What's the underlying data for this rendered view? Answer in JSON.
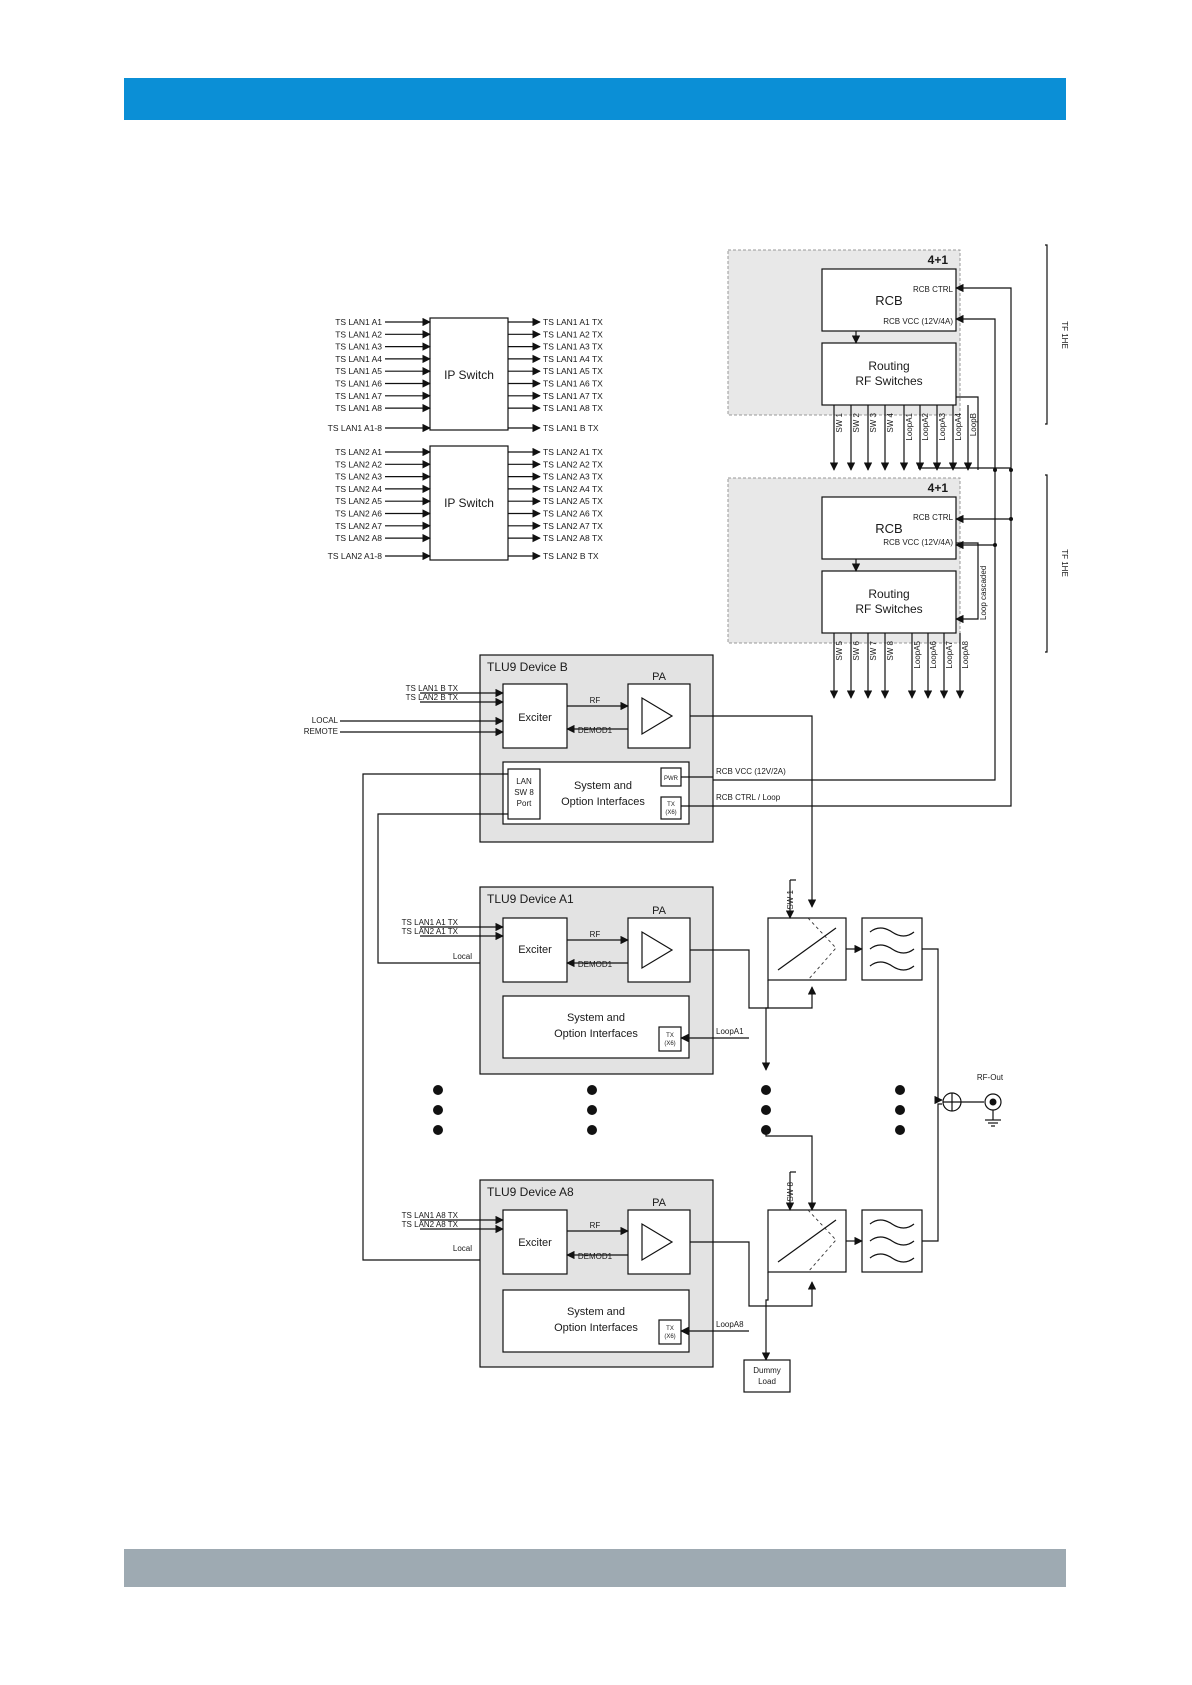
{
  "ip_switch_1": {
    "label": "IP Switch",
    "inputs": [
      "TS LAN1 A1",
      "TS LAN1 A2",
      "TS LAN1 A3",
      "TS LAN1 A4",
      "TS LAN1 A5",
      "TS LAN1 A6",
      "TS LAN1 A7",
      "TS LAN1 A8"
    ],
    "input_b": "TS LAN1 A1-8",
    "outputs": [
      "TS LAN1 A1 TX",
      "TS LAN1 A2 TX",
      "TS LAN1 A3 TX",
      "TS LAN1 A4 TX",
      "TS LAN1 A5 TX",
      "TS LAN1 A6 TX",
      "TS LAN1 A7 TX",
      "TS LAN1 A8 TX"
    ],
    "output_b": "TS LAN1 B TX"
  },
  "ip_switch_2": {
    "label": "IP Switch",
    "inputs": [
      "TS LAN2 A1",
      "TS LAN2 A2",
      "TS LAN2 A3",
      "TS LAN2 A4",
      "TS LAN2 A5",
      "TS LAN2 A6",
      "TS LAN2 A7",
      "TS LAN2 A8"
    ],
    "input_b": "TS LAN2 A1-8",
    "outputs": [
      "TS LAN2 A1 TX",
      "TS LAN2 A2 TX",
      "TS LAN2 A3 TX",
      "TS LAN2 A4 TX",
      "TS LAN2 A5 TX",
      "TS LAN2 A6 TX",
      "TS LAN2 A7 TX",
      "TS LAN2 A8 TX"
    ],
    "output_b": "TS LAN2 B TX"
  },
  "cascade_1": {
    "title": "4+1",
    "rcb": "RCB",
    "rcb_ctrl": "RCB CTRL",
    "rcb_vcc": "RCB VCC (12V/4A)",
    "routing_line1": "Routing",
    "routing_line2": "RF Switches",
    "outputs": [
      "SW 1",
      "SW 2",
      "SW 3",
      "SW 4",
      "LoopA1",
      "LoopA2",
      "LoopA3",
      "LoopA4",
      "LoopB"
    ],
    "side_label": "TF 1HE"
  },
  "cascade_2": {
    "title": "4+1",
    "rcb": "RCB",
    "rcb_ctrl": "RCB CTRL",
    "rcb_vcc": "RCB VCC (12V/4A)",
    "routing_line1": "Routing",
    "routing_line2": "RF Switches",
    "loop_cascaded": "Loop cascaded",
    "outputs": [
      "SW 5",
      "SW 6",
      "SW 7",
      "SW 8",
      "LoopA5",
      "LoopA6",
      "LoopA7",
      "LoopA8"
    ],
    "side_label": "TF 1HE"
  },
  "device_b": {
    "title": "TLU9 Device B",
    "inputs": [
      "TS LAN1 B TX",
      "TS LAN2 B TX"
    ],
    "local": "LOCAL",
    "remote": "REMOTE",
    "exciter": "Exciter",
    "pa": "PA",
    "rf": "RF",
    "demod": "DEMOD1",
    "lan_line1": "LAN",
    "lan_line2": "SW 8",
    "lan_line3": "Port",
    "sys_line1": "System and",
    "sys_line2": "Option Interfaces",
    "pwr": "PWR",
    "tx_line1": "TX",
    "tx_line2": "(X6)",
    "rcb_vcc": "RCB VCC (12V/2A)",
    "rcb_ctrl": "RCB CTRL / Loop"
  },
  "device_a1": {
    "title": "TLU9 Device A1",
    "inputs": [
      "TS LAN1 A1 TX",
      "TS LAN2 A1 TX"
    ],
    "local": "Local",
    "exciter": "Exciter",
    "pa": "PA",
    "rf": "RF",
    "demod": "DEMOD1",
    "sys_line1": "System and",
    "sys_line2": "Option Interfaces",
    "tx_line1": "TX",
    "tx_line2": "(X6)",
    "loop": "LoopA1",
    "switch": "SW 1"
  },
  "device_a8": {
    "title": "TLU9 Device A8",
    "inputs": [
      "TS LAN1 A8 TX",
      "TS LAN2 A8 TX"
    ],
    "local": "Local",
    "exciter": "Exciter",
    "pa": "PA",
    "rf": "RF",
    "demod": "DEMOD1",
    "sys_line1": "System and",
    "sys_line2": "Option Interfaces",
    "tx_line1": "TX",
    "tx_line2": "(X6)",
    "loop": "LoopA8",
    "switch": "SW 8"
  },
  "output": {
    "rf_out": "RF-Out",
    "dummy_line1": "Dummy",
    "dummy_line2": "Load"
  },
  "colors": {
    "header_band": "#0b8fd6",
    "footer_band": "#9eaab2",
    "device_fill": "#e3e3e3",
    "cascade_fill": "#e8e8e8"
  }
}
